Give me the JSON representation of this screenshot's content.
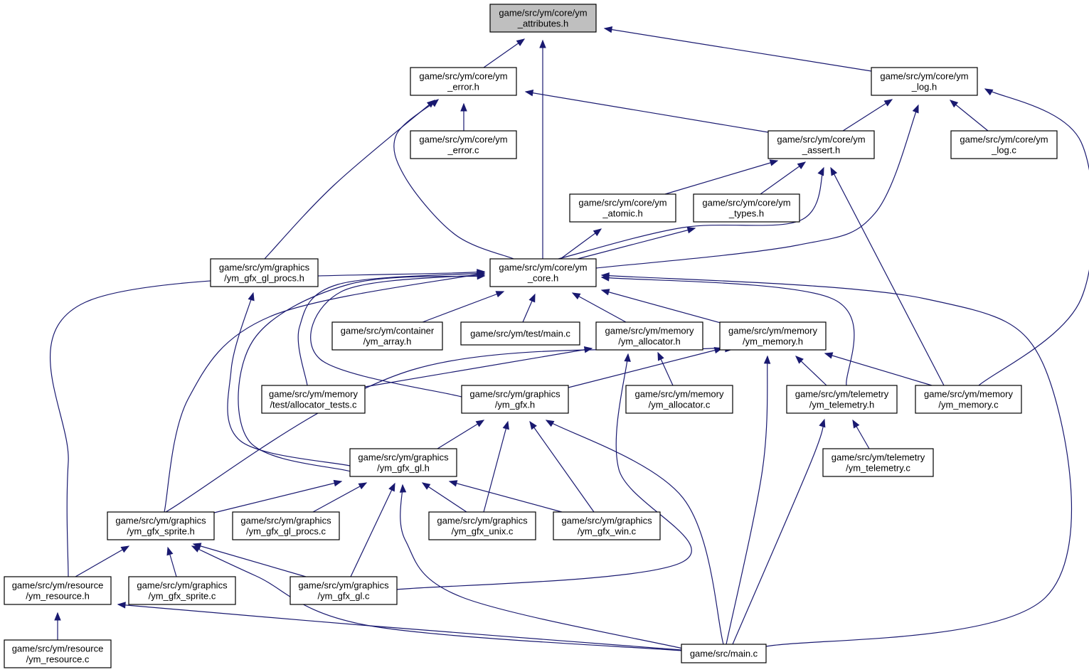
{
  "diagram": {
    "type": "include-dependency-graph",
    "nodes": [
      {
        "id": "attributes_h",
        "lines": [
          "game/src/ym/core/ym",
          "_attributes.h"
        ],
        "highlight": true
      },
      {
        "id": "error_h",
        "lines": [
          "game/src/ym/core/ym",
          "_error.h"
        ]
      },
      {
        "id": "log_h",
        "lines": [
          "game/src/ym/core/ym",
          "_log.h"
        ]
      },
      {
        "id": "error_c",
        "lines": [
          "game/src/ym/core/ym",
          "_error.c"
        ]
      },
      {
        "id": "assert_h",
        "lines": [
          "game/src/ym/core/ym",
          "_assert.h"
        ]
      },
      {
        "id": "log_c",
        "lines": [
          "game/src/ym/core/ym",
          "_log.c"
        ]
      },
      {
        "id": "atomic_h",
        "lines": [
          "game/src/ym/core/ym",
          "_atomic.h"
        ]
      },
      {
        "id": "types_h",
        "lines": [
          "game/src/ym/core/ym",
          "_types.h"
        ]
      },
      {
        "id": "gl_procs_h",
        "lines": [
          "game/src/ym/graphics",
          "/ym_gfx_gl_procs.h"
        ]
      },
      {
        "id": "core_h",
        "lines": [
          "game/src/ym/core/ym",
          "_core.h"
        ]
      },
      {
        "id": "array_h",
        "lines": [
          "game/src/ym/container",
          "/ym_array.h"
        ]
      },
      {
        "id": "test_main_c",
        "lines": [
          "game/src/ym/test/main.c"
        ]
      },
      {
        "id": "allocator_h",
        "lines": [
          "game/src/ym/memory",
          "/ym_allocator.h"
        ]
      },
      {
        "id": "memory_h",
        "lines": [
          "game/src/ym/memory",
          "/ym_memory.h"
        ]
      },
      {
        "id": "allocator_tests_c",
        "lines": [
          "game/src/ym/memory",
          "/test/allocator_tests.c"
        ]
      },
      {
        "id": "gfx_h",
        "lines": [
          "game/src/ym/graphics",
          "/ym_gfx.h"
        ]
      },
      {
        "id": "allocator_c",
        "lines": [
          "game/src/ym/memory",
          "/ym_allocator.c"
        ]
      },
      {
        "id": "telemetry_h",
        "lines": [
          "game/src/ym/telemetry",
          "/ym_telemetry.h"
        ]
      },
      {
        "id": "memory_c",
        "lines": [
          "game/src/ym/memory",
          "/ym_memory.c"
        ]
      },
      {
        "id": "gfx_gl_h",
        "lines": [
          "game/src/ym/graphics",
          "/ym_gfx_gl.h"
        ]
      },
      {
        "id": "telemetry_c",
        "lines": [
          "game/src/ym/telemetry",
          "/ym_telemetry.c"
        ]
      },
      {
        "id": "gfx_sprite_h",
        "lines": [
          "game/src/ym/graphics",
          "/ym_gfx_sprite.h"
        ]
      },
      {
        "id": "gl_procs_c",
        "lines": [
          "game/src/ym/graphics",
          "/ym_gfx_gl_procs.c"
        ]
      },
      {
        "id": "gfx_unix_c",
        "lines": [
          "game/src/ym/graphics",
          "/ym_gfx_unix.c"
        ]
      },
      {
        "id": "gfx_win_c",
        "lines": [
          "game/src/ym/graphics",
          "/ym_gfx_win.c"
        ]
      },
      {
        "id": "resource_h",
        "lines": [
          "game/src/ym/resource",
          "/ym_resource.h"
        ]
      },
      {
        "id": "gfx_sprite_c",
        "lines": [
          "game/src/ym/graphics",
          "/ym_gfx_sprite.c"
        ]
      },
      {
        "id": "gfx_gl_c",
        "lines": [
          "game/src/ym/graphics",
          "/ym_gfx_gl.c"
        ]
      },
      {
        "id": "resource_c",
        "lines": [
          "game/src/ym/resource",
          "/ym_resource.c"
        ]
      },
      {
        "id": "main_c",
        "lines": [
          "game/src/main.c"
        ]
      }
    ],
    "edges": [
      {
        "from": "error_h",
        "to": "attributes_h"
      },
      {
        "from": "core_h",
        "to": "attributes_h"
      },
      {
        "from": "log_h",
        "to": "attributes_h"
      },
      {
        "from": "error_c",
        "to": "error_h"
      },
      {
        "from": "assert_h",
        "to": "error_h"
      },
      {
        "from": "gl_procs_h",
        "to": "error_h"
      },
      {
        "from": "core_h",
        "to": "error_h"
      },
      {
        "from": "assert_h",
        "to": "log_h"
      },
      {
        "from": "log_c",
        "to": "log_h"
      },
      {
        "from": "core_h",
        "to": "log_h"
      },
      {
        "from": "memory_c",
        "to": "log_h"
      },
      {
        "from": "atomic_h",
        "to": "assert_h"
      },
      {
        "from": "types_h",
        "to": "assert_h"
      },
      {
        "from": "core_h",
        "to": "assert_h"
      },
      {
        "from": "memory_c",
        "to": "assert_h"
      },
      {
        "from": "core_h",
        "to": "atomic_h"
      },
      {
        "from": "core_h",
        "to": "types_h"
      },
      {
        "from": "gfx_gl_h",
        "to": "gl_procs_h"
      },
      {
        "from": "array_h",
        "to": "core_h"
      },
      {
        "from": "test_main_c",
        "to": "core_h"
      },
      {
        "from": "allocator_h",
        "to": "core_h"
      },
      {
        "from": "memory_h",
        "to": "core_h"
      },
      {
        "from": "allocator_tests_c",
        "to": "core_h"
      },
      {
        "from": "gfx_h",
        "to": "core_h"
      },
      {
        "from": "gfx_gl_h",
        "to": "core_h"
      },
      {
        "from": "gfx_sprite_h",
        "to": "core_h"
      },
      {
        "from": "resource_h",
        "to": "core_h"
      },
      {
        "from": "telemetry_h",
        "to": "core_h"
      },
      {
        "from": "main_c",
        "to": "core_h"
      },
      {
        "from": "allocator_tests_c",
        "to": "allocator_h"
      },
      {
        "from": "allocator_c",
        "to": "allocator_h"
      },
      {
        "from": "gfx_gl_c",
        "to": "allocator_h"
      },
      {
        "from": "memory_c",
        "to": "memory_h"
      },
      {
        "from": "telemetry_h",
        "to": "memory_h"
      },
      {
        "from": "gfx_h",
        "to": "memory_h"
      },
      {
        "from": "gfx_sprite_h",
        "to": "memory_h"
      },
      {
        "from": "main_c",
        "to": "memory_h"
      },
      {
        "from": "gfx_gl_h",
        "to": "gfx_h"
      },
      {
        "from": "gfx_unix_c",
        "to": "gfx_h"
      },
      {
        "from": "gfx_win_c",
        "to": "gfx_h"
      },
      {
        "from": "main_c",
        "to": "gfx_h"
      },
      {
        "from": "telemetry_c",
        "to": "telemetry_h"
      },
      {
        "from": "main_c",
        "to": "telemetry_h"
      },
      {
        "from": "gfx_sprite_h",
        "to": "gfx_gl_h"
      },
      {
        "from": "gl_procs_c",
        "to": "gfx_gl_h"
      },
      {
        "from": "gfx_unix_c",
        "to": "gfx_gl_h"
      },
      {
        "from": "gfx_win_c",
        "to": "gfx_gl_h"
      },
      {
        "from": "gfx_gl_c",
        "to": "gfx_gl_h"
      },
      {
        "from": "main_c",
        "to": "gfx_gl_h"
      },
      {
        "from": "resource_h",
        "to": "gfx_sprite_h"
      },
      {
        "from": "gfx_sprite_c",
        "to": "gfx_sprite_h"
      },
      {
        "from": "gfx_gl_c",
        "to": "gfx_sprite_h"
      },
      {
        "from": "main_c",
        "to": "gfx_sprite_h"
      },
      {
        "from": "resource_c",
        "to": "resource_h"
      },
      {
        "from": "main_c",
        "to": "resource_h"
      }
    ]
  }
}
